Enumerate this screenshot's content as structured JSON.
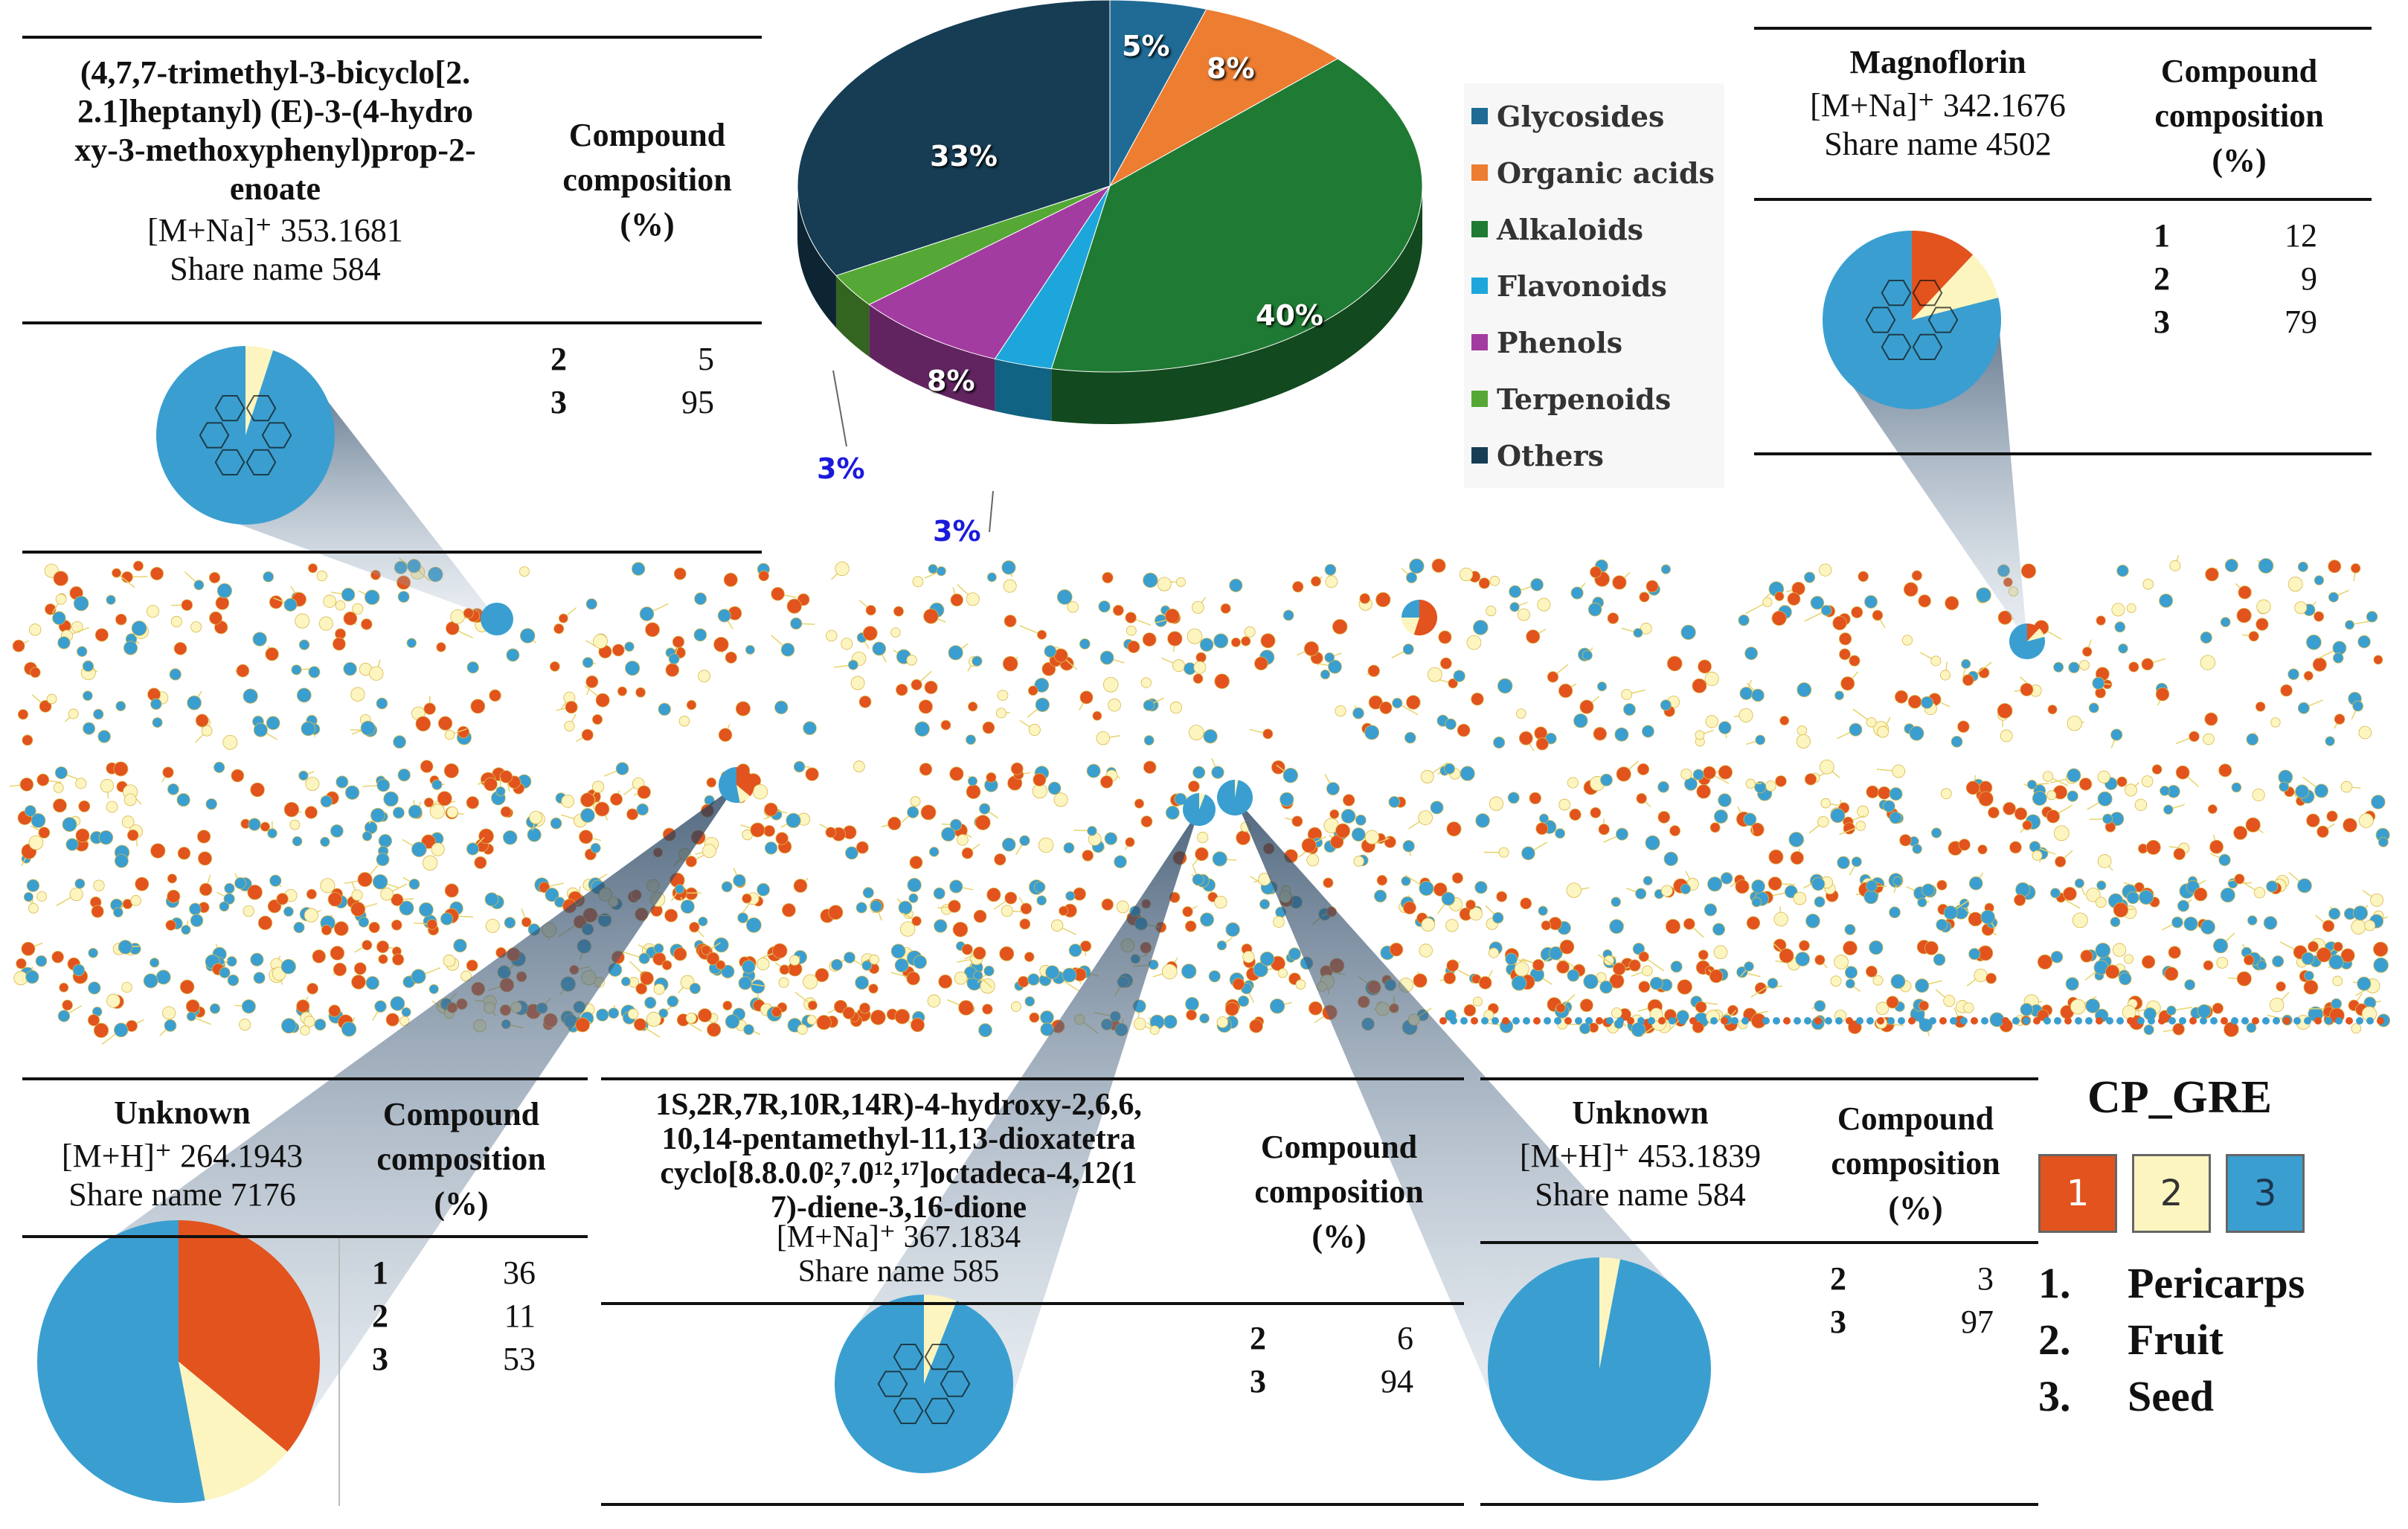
{
  "colors": {
    "pericarps": "#e2531e",
    "fruit": "#fdf5c0",
    "seed": "#3a9fd0",
    "glycosides": "#1f6b95",
    "organic_acids": "#ed7d31",
    "alkaloids": "#1f7a33",
    "flavonoids": "#1da6db",
    "phenols": "#a33ca0",
    "terpenoids": "#55a836",
    "others": "#163d54"
  },
  "composition_header": [
    "Compound",
    "composition",
    "(%)"
  ],
  "classes_pie": {
    "labels": [
      "5%",
      "8%",
      "40%",
      "3%",
      "8%",
      "3%",
      "33%"
    ]
  },
  "classes_legend": [
    {
      "label": "Glycosides",
      "color": "#1f6b95"
    },
    {
      "label": "Organic acids",
      "color": "#ed7d31"
    },
    {
      "label": "Alkaloids",
      "color": "#1f7a33"
    },
    {
      "label": "Flavonoids",
      "color": "#1da6db"
    },
    {
      "label": "Phenols",
      "color": "#a33ca0"
    },
    {
      "label": "Terpenoids",
      "color": "#55a836"
    },
    {
      "label": "Others",
      "color": "#163d54"
    }
  ],
  "panels": {
    "topleft": {
      "name_lines": [
        "(4,7,7-trimethyl-3-bicyclo[2.",
        "2.1]heptanyl) (E)-3-(4-hydro",
        "xy-3-methoxyphenyl)prop-2-",
        "enoate"
      ],
      "ion": "[M+Na]⁺ 353.1681",
      "share": "Share name 584",
      "rows": [
        {
          "k": "2",
          "v": "5"
        },
        {
          "k": "3",
          "v": "95"
        }
      ]
    },
    "topright": {
      "name_lines": [
        "Magnoflorin"
      ],
      "ion": "[M+Na]⁺ 342.1676",
      "share": "Share name 4502",
      "rows": [
        {
          "k": "1",
          "v": "12"
        },
        {
          "k": "2",
          "v": "9"
        },
        {
          "k": "3",
          "v": "79"
        }
      ]
    },
    "bottomleft": {
      "name_lines": [
        "Unknown"
      ],
      "ion": "[M+H]⁺ 264.1943",
      "share": "Share name 7176",
      "rows": [
        {
          "k": "1",
          "v": "36"
        },
        {
          "k": "2",
          "v": "11"
        },
        {
          "k": "3",
          "v": "53"
        }
      ]
    },
    "bottommid": {
      "name_lines": [
        "1S,2R,7R,10R,14R)-4-hydroxy-2,6,6,",
        "10,14-pentamethyl-11,13-dioxatetra",
        "cyclo[8.8.0.0²,⁷.0¹²,¹⁷]octadeca-4,12(1",
        "7)-diene-3,16-dione"
      ],
      "ion": "[M+Na]⁺ 367.1834",
      "share": "Share name 585",
      "rows": [
        {
          "k": "2",
          "v": "6"
        },
        {
          "k": "3",
          "v": "94"
        }
      ]
    },
    "bottomright": {
      "name_lines": [
        "Unknown"
      ],
      "ion": "[M+H]⁺ 453.1839",
      "share": "Share name 584",
      "rows": [
        {
          "k": "2",
          "v": "3"
        },
        {
          "k": "3",
          "v": "97"
        }
      ]
    }
  },
  "cp_gre": {
    "title": "CP_GRE",
    "boxes": [
      "1",
      "2",
      "3"
    ],
    "list": [
      {
        "n": "1.",
        "label": "Pericarps"
      },
      {
        "n": "2.",
        "label": "Fruit"
      },
      {
        "n": "3.",
        "label": "Seed"
      }
    ]
  }
}
